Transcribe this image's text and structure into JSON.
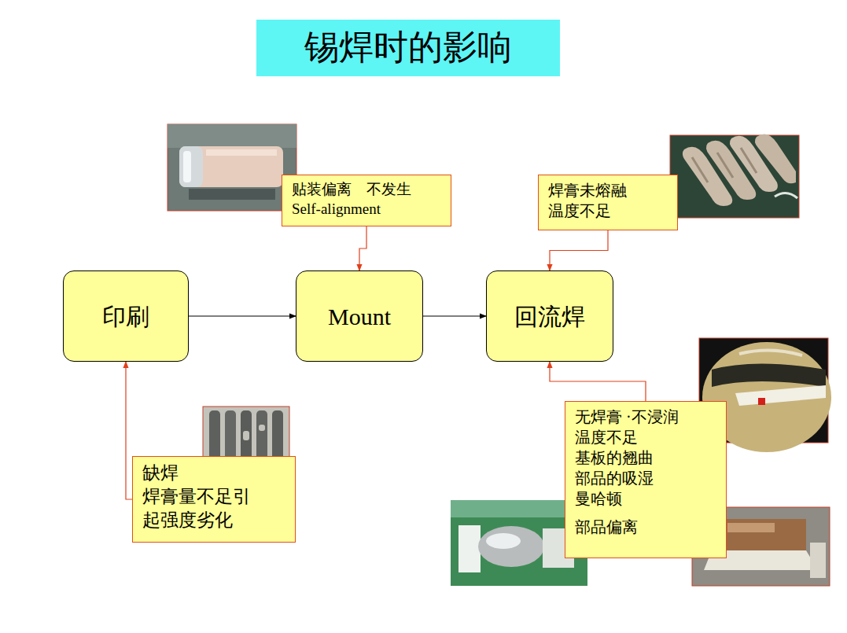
{
  "diagram": {
    "title": "锡焊时的影响",
    "nodes": [
      {
        "text": [
          "贴装偏离　不发生 Self-alignment"
        ]
      },
      {
        "text": [
          "焊膏未熔融 温度不足"
        ]
      },
      {
        "text": [
          "印刷"
        ]
      },
      {
        "text": [
          "Mount"
        ]
      },
      {
        "text": [
          "回流焊"
        ]
      },
      {
        "text": [
          "无焊膏 ·不浸润",
          "温度不足",
          "基板的翘曲",
          "部品的吸湿",
          "曼哈顿",
          "部品偏离"
        ]
      },
      {
        "text": [
          "缺焊",
          "焊膏量不足引起强度劣化"
        ]
      }
    ],
    "edges": [
      {
        "from": 2,
        "to": 3,
        "arrow": "to"
      },
      {
        "from": 3,
        "to": 4,
        "arrow": "to"
      },
      {
        "from": 0,
        "to": 3,
        "arrow": "to"
      },
      {
        "from": 1,
        "to": 4,
        "arrow": "to"
      },
      {
        "from": 6,
        "to": 2,
        "arrow": "to"
      },
      {
        "from": 5,
        "to": 4,
        "arrow": "to"
      }
    ]
  }
}
